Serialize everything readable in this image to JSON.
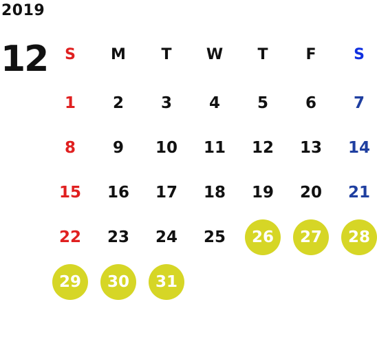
{
  "calendar": {
    "year": "2019",
    "month": "12",
    "weekdays": [
      "S",
      "M",
      "T",
      "W",
      "T",
      "F",
      "S"
    ],
    "weeks": [
      [
        "1",
        "2",
        "3",
        "4",
        "5",
        "6",
        "7"
      ],
      [
        "8",
        "9",
        "10",
        "11",
        "12",
        "13",
        "14"
      ],
      [
        "15",
        "16",
        "17",
        "18",
        "19",
        "20",
        "21"
      ],
      [
        "22",
        "23",
        "24",
        "25",
        "26",
        "27",
        "28"
      ],
      [
        "29",
        "30",
        "31",
        "",
        "",
        "",
        ""
      ]
    ],
    "highlighted_days": [
      "26",
      "27",
      "28",
      "29",
      "30",
      "31"
    ],
    "colors": {
      "sunday": "#e02020",
      "saturday": "#1f3fa0",
      "saturday_header": "#1030e0",
      "highlight": "#d6d626",
      "text": "#111111"
    }
  }
}
